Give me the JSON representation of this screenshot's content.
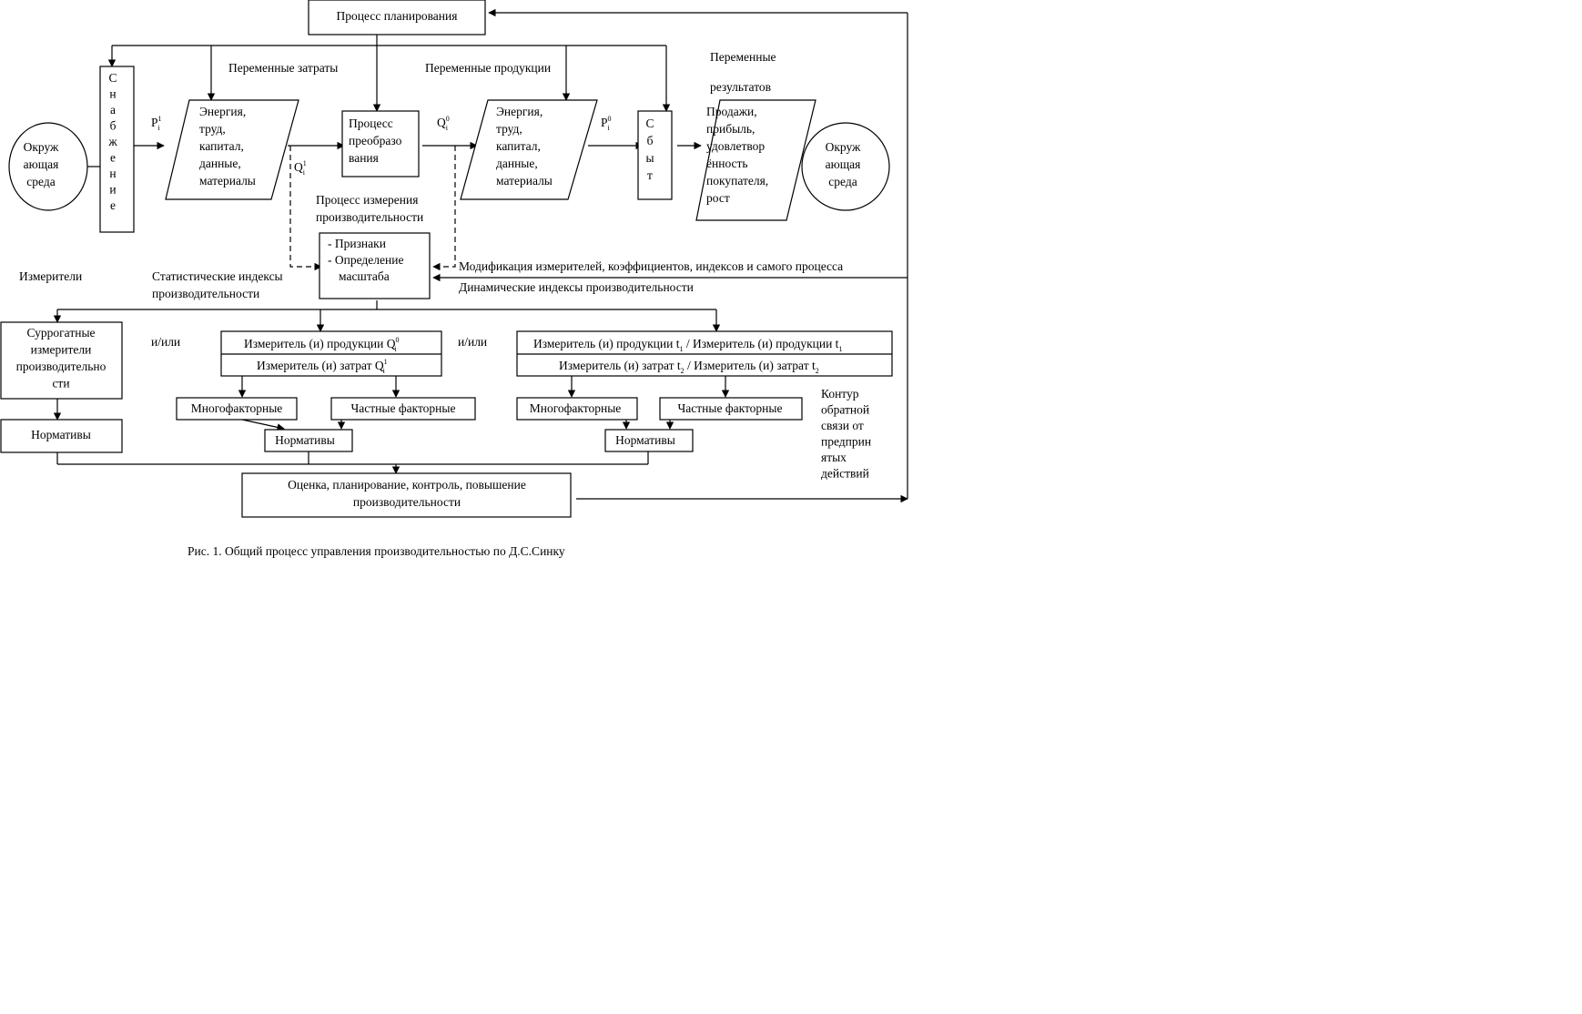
{
  "nodes": {
    "planning": "Процесс планирования",
    "env_left": [
      "Окруж",
      "ающая",
      "среда"
    ],
    "supply": [
      "С",
      "н",
      "а",
      "б",
      "ж",
      "е",
      "н",
      "и",
      "е"
    ],
    "inputs": [
      "Энергия,",
      "труд,",
      "капитал,",
      "данные,",
      "материалы"
    ],
    "transform": [
      "Процесс",
      "преобразо",
      "вания"
    ],
    "outputs": [
      "Энергия,",
      "труд,",
      "капитал,",
      "данные,",
      "материалы"
    ],
    "sales": [
      "С",
      "б",
      "ы",
      "т"
    ],
    "results": [
      "Продажи,",
      "прибыль,",
      "удовлетвор",
      "ённость",
      "покупателя,",
      "рост"
    ],
    "env_right": [
      "Окруж",
      "ающая",
      "среда"
    ],
    "measure_box": [
      "- Признаки",
      "- Определение",
      "масштаба"
    ],
    "surrogate": [
      "Суррогатные",
      "измерители",
      "производительно",
      "сти"
    ],
    "norm_left": "Нормативы",
    "static_out": "Измеритель (и) продукции Q",
    "static_in": "Измеритель (и) затрат Q",
    "multi1": "Многофакторные",
    "partial1": "Частные факторные",
    "norm1": "Нормативы",
    "dyn_out_a": "Измеритель (и) продукции t",
    "dyn_out_b": " / Измеритель (и) продукции t",
    "dyn_in_a": "Измеритель (и) затрат t",
    "dyn_in_b": " / Измеритель (и) затрат t",
    "multi2": "Многофакторные",
    "partial2": "Частные факторные",
    "norm2": "Нормативы",
    "evaluation": [
      "Оценка, планирование, контроль, повышение",
      "производительности"
    ]
  },
  "labels": {
    "var_costs": "Переменные затраты",
    "var_products": "Переменные продукции",
    "var_results_1": "Переменные",
    "var_results_2": "результатов",
    "p_in": "P",
    "p_in_sup": "1",
    "p_in_sub": "i",
    "q_in": "Q",
    "q_in_sup": "1",
    "q_in_sub": "i",
    "q_out": "Q",
    "q_out_sup": "0",
    "q_out_sub": "i",
    "p_out": "P",
    "p_out_sup": "0",
    "p_out_sub": "i",
    "measure_title_1": "Процесс измерения",
    "measure_title_2": "производительности",
    "meters": "Измерители",
    "static_1": "Статистические индексы",
    "static_2": "производительности",
    "modification": "Модификация измерителей, коэффициентов, индексов и самого процесса",
    "dynamic": "Динамические индексы производительности",
    "andor_1": "и/или",
    "andor_2": "и/или",
    "q0_sup": "0",
    "q0_sub": "i",
    "q1_sup": "1",
    "q1_sub": "i",
    "t1_sub": "1",
    "t2_sub": "2",
    "feedback": [
      "Контур",
      "обратной",
      "связи от",
      "предприн",
      "ятых",
      "действий"
    ]
  },
  "caption": "Рис. 1. Общий процесс управления производительностью по Д.С.Синку"
}
